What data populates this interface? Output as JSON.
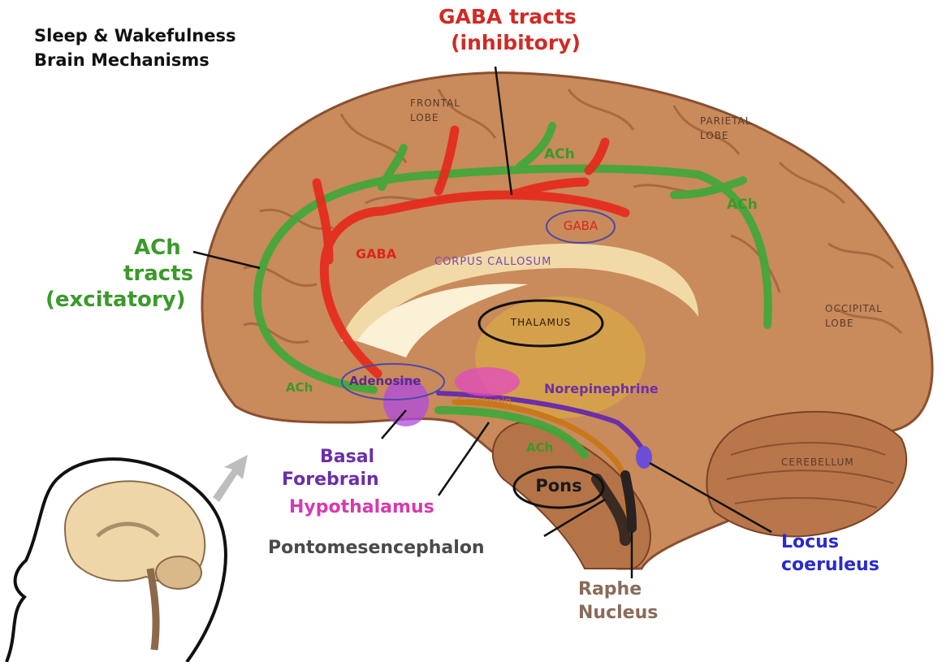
{
  "title": {
    "line1": "Sleep & Wakefulness",
    "line2": "Brain Mechanisms"
  },
  "colors": {
    "ach": "#3a9a2a",
    "gaba": "#e0241a",
    "norepinephrine": "#6b2fa8",
    "serotonin": "#c8781a",
    "hypothalamus": "#d63ab0",
    "locus": "#2a2ad0",
    "raphe": "#8a6a58",
    "dark": "#2a2a2a"
  },
  "labels": {
    "gaba_tracts": "GABA tracts",
    "gaba_inhibitory": "(inhibitory)",
    "ach_tracts_1": "ACh",
    "ach_tracts_2": "tracts",
    "ach_tracts_3": "(excitatory)",
    "frontal_1": "FRONTAL",
    "frontal_2": "LOBE",
    "parietal_1": "PARIETAL",
    "parietal_2": "LOBE",
    "occipital_1": "OCCIPITAL",
    "occipital_2": "LOBE",
    "cerebellum": "CEREBELLUM",
    "corpus_callosum": "CORPUS CALLOSUM",
    "thalamus": "THALAMUS",
    "gaba_circle": "GABA",
    "gaba_red": "GABA",
    "ach_top": "ACh",
    "ach_right": "ACh",
    "ach_left": "ACh",
    "ach_pons": "ACh",
    "adenosine": "Adenosine",
    "serotonin": "Serotonin",
    "norepinephrine": "Norepinephrine",
    "basal_1": "Basal",
    "basal_2": "Forebrain",
    "hypothalamus": "Hypothalamus",
    "pons": "Pons",
    "pontomesencephalon": "Pontomesencephalon",
    "locus_1": "Locus",
    "locus_2": "coeruleus",
    "raphe_1": "Raphe",
    "raphe_2": "Nucleus"
  }
}
